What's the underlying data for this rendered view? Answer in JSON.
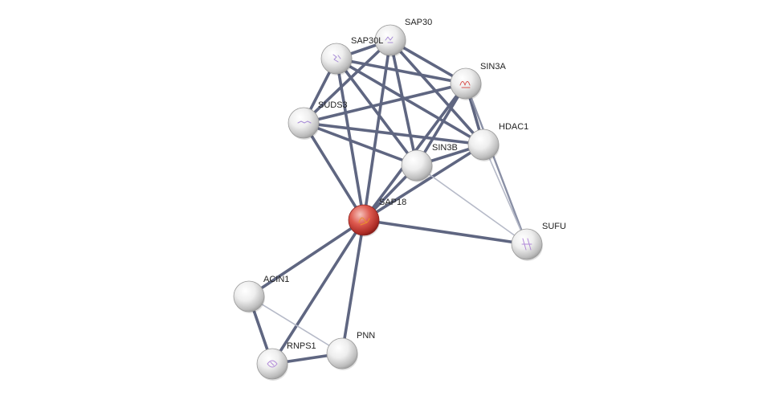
{
  "network": {
    "nodes": [
      {
        "id": "SAP30",
        "label": "SAP30",
        "kind": "normal"
      },
      {
        "id": "SAP30L",
        "label": "SAP30L",
        "kind": "normal"
      },
      {
        "id": "SIN3A",
        "label": "SIN3A",
        "kind": "normal"
      },
      {
        "id": "SUDS3",
        "label": "SUDS3",
        "kind": "normal"
      },
      {
        "id": "HDAC1",
        "label": "HDAC1",
        "kind": "normal"
      },
      {
        "id": "SIN3B",
        "label": "SIN3B",
        "kind": "normal"
      },
      {
        "id": "SAP18",
        "label": "SAP18",
        "kind": "query"
      },
      {
        "id": "SUFU",
        "label": "SUFU",
        "kind": "normal"
      },
      {
        "id": "ACIN1",
        "label": "ACIN1",
        "kind": "normal"
      },
      {
        "id": "PNN",
        "label": "PNN",
        "kind": "normal"
      },
      {
        "id": "RNPS1",
        "label": "RNPS1",
        "kind": "normal"
      }
    ],
    "edges": [
      {
        "source": "SAP30",
        "target": "SAP30L",
        "strength": "strong"
      },
      {
        "source": "SAP30",
        "target": "SIN3A",
        "strength": "strong"
      },
      {
        "source": "SAP30",
        "target": "SUDS3",
        "strength": "strong"
      },
      {
        "source": "SAP30",
        "target": "HDAC1",
        "strength": "strong"
      },
      {
        "source": "SAP30",
        "target": "SIN3B",
        "strength": "strong"
      },
      {
        "source": "SAP30",
        "target": "SAP18",
        "strength": "strong"
      },
      {
        "source": "SAP30L",
        "target": "SIN3A",
        "strength": "strong"
      },
      {
        "source": "SAP30L",
        "target": "SUDS3",
        "strength": "strong"
      },
      {
        "source": "SAP30L",
        "target": "HDAC1",
        "strength": "strong"
      },
      {
        "source": "SAP30L",
        "target": "SIN3B",
        "strength": "strong"
      },
      {
        "source": "SAP30L",
        "target": "SAP18",
        "strength": "strong"
      },
      {
        "source": "SIN3A",
        "target": "SUDS3",
        "strength": "strong"
      },
      {
        "source": "SIN3A",
        "target": "HDAC1",
        "strength": "strong"
      },
      {
        "source": "SIN3A",
        "target": "SIN3B",
        "strength": "strong"
      },
      {
        "source": "SIN3A",
        "target": "SAP18",
        "strength": "strong"
      },
      {
        "source": "SIN3A",
        "target": "SUFU",
        "strength": "medium"
      },
      {
        "source": "SUDS3",
        "target": "HDAC1",
        "strength": "strong"
      },
      {
        "source": "SUDS3",
        "target": "SIN3B",
        "strength": "strong"
      },
      {
        "source": "SUDS3",
        "target": "SAP18",
        "strength": "strong"
      },
      {
        "source": "HDAC1",
        "target": "SIN3B",
        "strength": "strong"
      },
      {
        "source": "HDAC1",
        "target": "SAP18",
        "strength": "strong"
      },
      {
        "source": "HDAC1",
        "target": "SUFU",
        "strength": "weak"
      },
      {
        "source": "SIN3B",
        "target": "SAP18",
        "strength": "strong"
      },
      {
        "source": "SIN3B",
        "target": "SUFU",
        "strength": "weak"
      },
      {
        "source": "SAP18",
        "target": "SUFU",
        "strength": "strong"
      },
      {
        "source": "SAP18",
        "target": "ACIN1",
        "strength": "strong"
      },
      {
        "source": "SAP18",
        "target": "PNN",
        "strength": "strong"
      },
      {
        "source": "SAP18",
        "target": "RNPS1",
        "strength": "strong"
      },
      {
        "source": "ACIN1",
        "target": "RNPS1",
        "strength": "strong"
      },
      {
        "source": "ACIN1",
        "target": "PNN",
        "strength": "weak"
      },
      {
        "source": "RNPS1",
        "target": "PNN",
        "strength": "strong"
      }
    ],
    "colors": {
      "edge_strong": "#5f6681",
      "edge_medium": "#8a90a6",
      "edge_weak": "#b6bac8",
      "node_normal": "#e6e6e6",
      "node_query": "#c93b35",
      "label": "#222222"
    }
  }
}
